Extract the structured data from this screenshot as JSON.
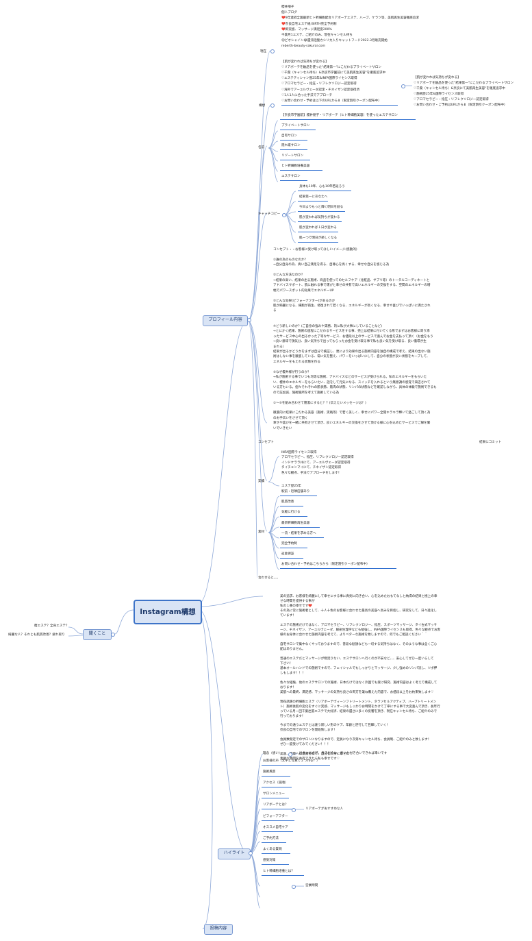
{
  "root": "Instagram構想",
  "profile": {
    "label": "プロフィール内容",
    "current": {
      "label": "現在",
      "lines": [
        "櫻井朋子",
        "個人ブログ",
        "❤️9年連続全国最新ヒト幹細胞配合リアボーテエステ、ハーブ、ケラツ等、美肌再生美容徹底追求",
        "❤️奈良自宅エステ紙 BIRTH完全予約制",
        "❤️即実感、マッサージ満足度200%",
        "千葉月1エステ、ご紹介のみ、現在キャンセル待ち",
        "😊ピオシャイン😂還流珪酸カシリカ入りキャットフード2022.3月販売開始",
        "reberth-beauty-sakurai.com"
      ]
    },
    "concept": {
      "label": "構想",
      "left": [
        "【肌が変われば気持ちが変わる】",
        "♡リアボーテを触品を使った\"結果第一\"にこだわるプライベートサロン",
        "♡千葉（キャンセル待ち）&奈良市学園前にて美肌再生美容\"を徹底追求中",
        "♡エステティシャン歴25年&INFA国際ライセンス取得",
        "♡アロマセラピー・指圧・リフレクソロジー認定取得",
        "♡海外でアーユルヴェーダ認定・チネイザン認定取得済",
        "♡1人1人に合った手法でアプローチ",
        "♡お問い合わせ・予約は以下のURLから⬇（限定割引クーポン配布中）"
      ],
      "right": [
        "【肌が変われば気持ちが変わる】",
        "♡リアボーテを触品を使った\"結果第一\"にこだわるプライベートサロン",
        "♡千葉（キャンセル待ち）&奈良にて美肌再生美容\"を徹底追求中",
        "♡施術歴25年&国際ライセンス取得",
        "♡アロマセラピー・指圧・リフレクソロジー認定取得",
        "♡お問い合わせ・ご予約はURLから⬇（限定割引クーポン配布中）"
      ]
    },
    "name": {
      "label": "名前",
      "items": [
        "【奈良市学園前】櫻井朋子・リアボーテ（ヒト幹細胞美容）を使ったエステサロン",
        "プライベートサロン",
        "自宅サロン",
        "隠れ家サロン",
        "リゾートサロン",
        "ヒト幹細胞培養美容",
        "エステサロン"
      ]
    },
    "catch": {
      "label": "キャッチコピー",
      "items": [
        "身体も10年、心も10年若返ろう",
        "結果第一にあなたへ",
        "今日よりもっと輝く明日を創る",
        "肌が変われば気持ちが変わる",
        "肌が変われば１日が変わる",
        "肌一つで明日が楽しくなる"
      ]
    },
    "conceptText": {
      "label": "コンセプト",
      "side": "結果にコミット",
      "lines": [
        "コンセプト・・お客様に受け取ってほしいイメージ(感動的)",
        "",
        "①誰の為のものなのか？",
        "→自分自身の為、真い自己満足を得る、自尊心を高くする、幸せな自分を感じる為",
        "",
        "②どんな方法なのか？",
        "→結果の高い、結果の出る施術、商品を使ってのセルフケア（化粧品、サプリ等）のトータルコーディネートと",
        "アドバイスサポート、肌に触れる事で運びと幸せの共有で高いエネルギーの交換をする、空間のエネルギーの増",
        "幅でパワースポット的効果でエネルギーUP",
        "",
        "③どんな効果(ビフォーアフター)があるのか",
        "肌が綺麗になる、細胞が再生、修復されて若くなる、エネルギーが高くなる、幸せや喜びでいっぱいに満たされ",
        "る",
        "",
        "",
        "④どう新しいのか？(ご自身の強みや実務、的に私が大事にしていることなど)",
        "→とにかく結果、施術の過程にこだわるサービスをする事、売上は結果に付いてくる形でまずはお客様に寄り添",
        "ったサービス中心の出るかった了等なサービス、お値段以上のサービスで喜んでお金を支払って頂く（お金をもう",
        "→良い意味で損気分、良い気持ちで出ってもらったお金を受け取る事で私も良い気を受け取る、良い循環が生",
        "まれる）",
        "結果が出るかどうかをまずは自分で検証し、更により効果の出る施術内容を独自の構成で考え、結果の出ない施",
        "術はしない事を徹底している、常に気を整え、パワーをいっぱいにして、自分の状態が良い状態をキープして、",
        "エネルギーをもえれる状態を作る",
        "",
        "⑤なぜ櫻井様が行うのか？",
        "→私が施術する事でいつも均等な施術、アドバイスなどのサービスが受けられる。私のエネルギーをもらいた",
        "い、櫻井のエネルギーをもらいたい、話をして元気になる、スイッチを入れるという無意識の感覚で来店されて",
        "いる方もいる。個々それぞれの肌状態、筋肉の状態、リンパの状態などを確認しながら、具体の体験で施術できるも",
        "ので圧加減、施術箇所を考えて施術している為",
        "",
        "①〜⑤を組み合わせて簡潔にすると？？(伝えたいメッセージは？)",
        "",
        "徹底的に結果にこだわる美容（施術、実践等）で若く美しく、幸せにパワー全開キラキラ輝いて過ごして頂く為",
        "のお手伝いをさせて頂く",
        "幸せや喜びを一緒に共有させて頂き、良いエネルギーの交換をさせて頂ける様に心を込めたサービスでご縁を繋",
        "いでいきたい"
      ]
    },
    "results": {
      "label": "実績",
      "lines": [
        "INFA国際ライセンス取得",
        "アロマセラピー、指圧、リフレクソロジー認定取得",
        "インドケララ州にて、アーユルヴェーダ認定取得",
        "タイチェンマイにて、チネイザン認定取得",
        "色々な観点、手法でアプローチをします！"
      ],
      "extra": "エステ歴25年"
    },
    "material": {
      "label": "素材",
      "items": [
        "駅前・近隣店舗あり",
        "肌質改善",
        "気軽に行ける",
        "最新幹細胞再生美容",
        "一流・結果を求める方へ",
        "完全予約制",
        "返金保証",
        "お問い合わせ・予約はこちらから（限定割引クーポン配布中）"
      ]
    },
    "combine": "合わせると、、、"
  },
  "story": [
    "美の追求、お客様を綺麗にして幸せにする事に真剣に向き合い、心を込めたおもてなしと納得の結果と極上の幸",
    "せな時間を提供する事が",
    "私の１番の幸せです❤️",
    "その為に常に施術者として、十人十色のお客様に合わせた最高の美容へ高みを目指し、研究をして、日々進化し",
    "ています！",
    "",
    "エステの施術だけではなく、アロマセラピー、リフレクソロジー、指圧、スポーツマッサージ、タイ古式マッサ",
    "ージ、チネイザン、アーユルヴェーダ、解剖生理学なども勉強し、INFA国際ライセンスも取得、色々な観点でお客",
    "様のお身体に合わせた施術内容を考えて、よりベターな施術を致しますので、何でもご相談ください＾＾",
    "",
    "自宅サロンで集中なくやっておりますので、普段な勧誘なども一切する気持ちはなく、そのような事は全くご心",
    "配はありません。",
    "",
    "普通のエステだとマッサージが物足りない、エステサロンへ行くのが不安など、、、安心してぜひ一度いらして",
    "下さい！",
    "基本オールハンドでの施術ですので、フェイシャルでもしっかりとマッサージ、少し強めのリンパ流し、ツボ押",
    "しもします！！！",
    "",
    "色々な経験、他のエステサロンでの施術、日本だけではなく外国でも受け研究、施術内容はよく考えて構成して",
    "おります！",
    "美肌への最終、満足感、マッサージの気持ち良さの両方を兼ね備えた内容で、お値段以上をお約束致します♡",
    "",
    "現在話題の幹細胞エステ（リアボーテヴィーンフトリートメント、タラソセルアクティブ、ハーブトリートメン",
    "ト）施術後肌の変化をすぐに実感、マッサージもしっかりお時間をかけて丁寧にする事で大変喜んで頂き、長年行",
    "っている月一回千葉出張エステで大好評、結果の還さに多くの反響を頂き、現在キャンセル待ち、ご紹介のみで",
    "行っております！",
    "",
    "今までの通うエステとは違う新しい形のケア、年齢と逆行して且輝していく！",
    "奈良の自宅でのサロンを開始致します！",
    "",
    "会員数限定でのサロンになりますので、定員になり次第キャンセル待ち、会員制、ご紹介のみと致します！",
    "ぜひ一度受けてみてください！！！",
    "",
    "美容、健康への意識を高く、自分を大事に幸せに♡",
    "素敵な時間を共有できたら私も幸せです♡"
  ],
  "ask": {
    "label": "聞くこと",
    "items": [
      "痩エステ？全身エステ？",
      "綺麗な人？それとも肌質改善？疲れ取り"
    ]
  },
  "highlight": {
    "label": "ハイライト",
    "philosophy": {
      "label": "理念（想い）",
      "note": "出会いは必然、良き出会い、良いお付き合いできれば幸いです"
    },
    "items": [
      "お客様の声（文字と写真で２つ作る？）",
      "施術風景",
      "アクセス（道順）",
      "サロンメニュー",
      "リアボーテとは？",
      "ビフォーアフター",
      "オススメ自宅ケア",
      "ご予約方法",
      "よくある質問",
      "感染対策",
      "ヒト幹細胞培養とは？"
    ],
    "reaboteChild": "リアボーテがおすすめな人",
    "faqChild": "営業時間"
  },
  "post": {
    "label": "投稿内容"
  }
}
